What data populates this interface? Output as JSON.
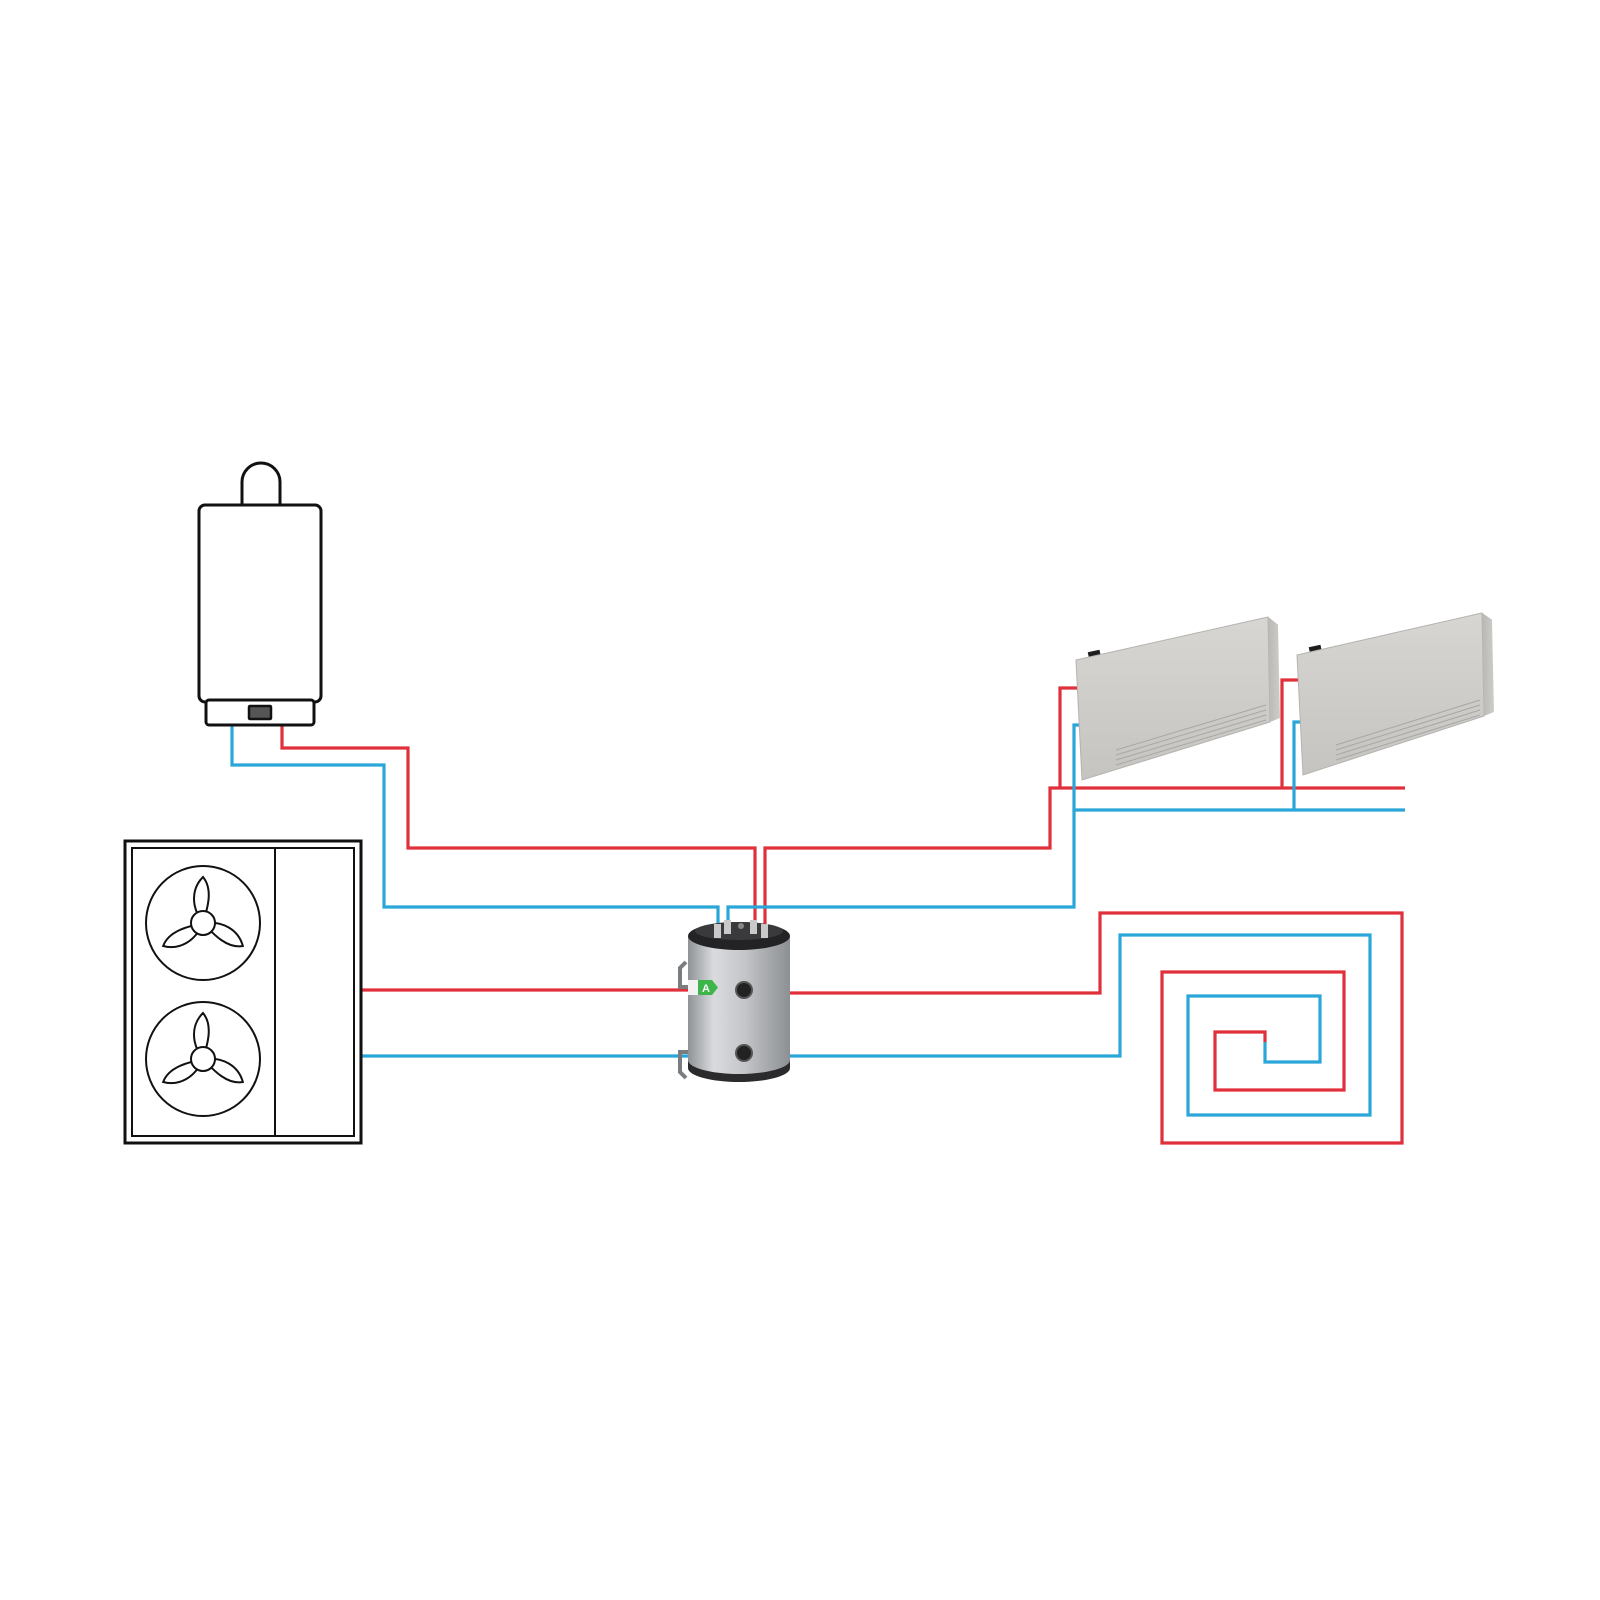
{
  "colors": {
    "hot": "#e0303b",
    "cold": "#2aa6d9",
    "outline": "#111111",
    "background": "#ffffff",
    "energy_label": "#3db54a"
  },
  "tank": {
    "energy_class": "A"
  },
  "components": [
    {
      "id": "boiler",
      "icon": "wall-boiler-icon"
    },
    {
      "id": "heat_pump",
      "icon": "outdoor-heat-pump-icon"
    },
    {
      "id": "buffer_tank",
      "icon": "buffer-tank-icon"
    },
    {
      "id": "fan_coil_1",
      "icon": "fan-coil-unit-icon"
    },
    {
      "id": "fan_coil_2",
      "icon": "fan-coil-unit-icon"
    },
    {
      "id": "underfloor",
      "icon": "underfloor-heating-coil-icon"
    }
  ]
}
